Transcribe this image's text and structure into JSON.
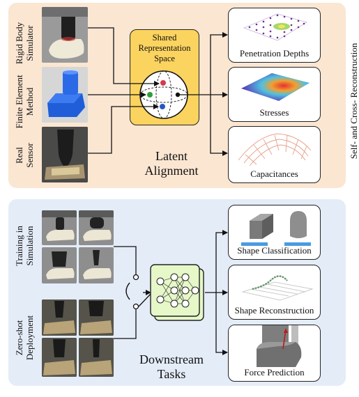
{
  "top_panel": {
    "sources": [
      {
        "label_line1": "Rigid Body",
        "label_line2": "Simulator"
      },
      {
        "label_line1": "Finite Element",
        "label_line2": "Method"
      },
      {
        "label_line1": "Real",
        "label_line2": "Sensor"
      }
    ],
    "shared": {
      "line1": "Shared",
      "line2": "Representation",
      "line3": "Space"
    },
    "latent_line1": "Latent",
    "latent_line2": "Alignment",
    "outputs": [
      "Penetration Depths",
      "Stresses",
      "Capacitances"
    ],
    "side_label": "Self- and Cross- Reconstruction",
    "dot_colors": {
      "rigid": "#d43a4a",
      "fem": "#2e9e3a",
      "real": "#2a55c8",
      "center": "#111111"
    }
  },
  "bottom_panel": {
    "sources": [
      {
        "label_line1": "Training in",
        "label_line2": "Simulation"
      },
      {
        "label_line1": "Zero-shot",
        "label_line2": "Deployment"
      }
    ],
    "downstream_line1": "Downstream",
    "downstream_line2": "Tasks",
    "tasks": [
      "Shape Classification",
      "Shape Reconstruction",
      "Force Prediction"
    ],
    "network_fill": "#e6f7c8"
  },
  "colors": {
    "top_bg": "#fbe6d2",
    "bottom_bg": "#e4ecf8",
    "shared_fill": "#fbd35f",
    "bar_blue": "#4a9be0"
  }
}
